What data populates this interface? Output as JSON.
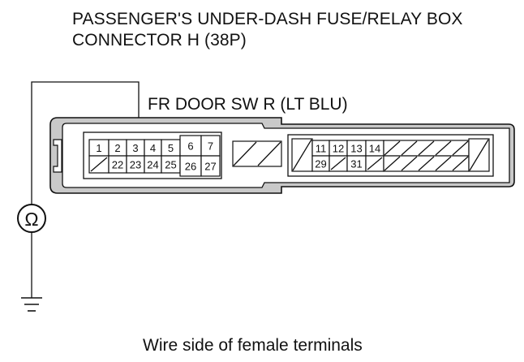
{
  "title": {
    "line1": "PASSENGER'S UNDER-DASH FUSE/RELAY BOX",
    "line2": "CONNECTOR H (38P)"
  },
  "wire_label": "FR DOOR SW R (LT BLU)",
  "meter_symbol": "Ω",
  "meter_icon": "ohmmeter-icon",
  "ground_icon": "ground-icon",
  "caption": "Wire side of female terminals",
  "connector": {
    "left_top_terminals": [
      "1",
      "2",
      "3",
      "4",
      "5",
      "6",
      "7"
    ],
    "left_bottom_terminals": [
      "22",
      "23",
      "24",
      "25",
      "26",
      "27"
    ],
    "right_top_terminals": [
      "11",
      "12",
      "13",
      "14"
    ],
    "right_bottom_terminals": [
      "29",
      "31"
    ]
  }
}
